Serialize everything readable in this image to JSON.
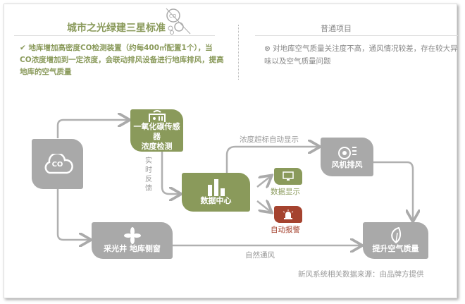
{
  "left": {
    "title": "城市之光绿建三星标准",
    "text": "地库增加高密度CO检测装置（约每400㎡配置1个），当CO浓度增加到一定浓度，会联动排风设备进行地库排风，提高地库的空气质量",
    "icon": "co-bubbles-icon"
  },
  "right": {
    "title": "普通项目",
    "text": "对地库空气质量关注度不高，通风情况较差，存在较大异味以及空气质量问题",
    "icon": "x-circle-icon"
  },
  "nodes": {
    "co": "CO",
    "sensor_line1": "一氧化碳传感器",
    "sensor_line2": "浓度检测",
    "feedback": "实时反馈",
    "datacenter": "数据中心",
    "display": "数据显示",
    "alarm": "自动报警",
    "overlimit": "浓度超标自动显示",
    "fan": "风机排风",
    "skylight": "采光井 地库侧窗",
    "natural": "自然通风",
    "improve": "提升空气质量"
  },
  "source": "新风系统相关数据来源：由品牌方提供",
  "colors": {
    "green": "#8a9a5b",
    "gray": "#a9a9a9",
    "red": "#a5432f"
  }
}
